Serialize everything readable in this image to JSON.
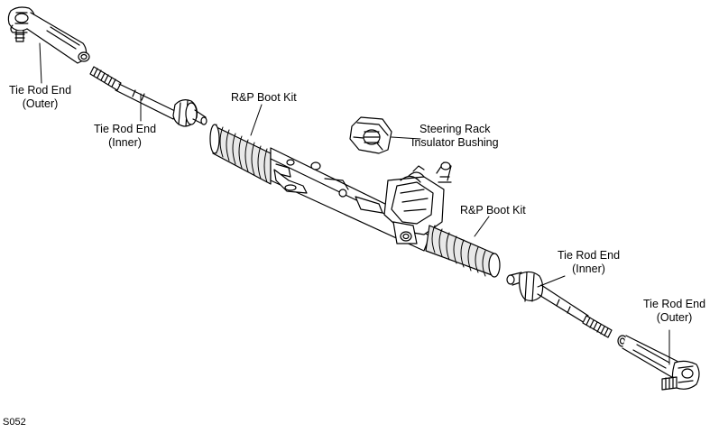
{
  "labels": {
    "tre_outer_left": [
      "Tie Rod End",
      "(Outer)"
    ],
    "tre_inner_left": [
      "Tie Rod End",
      "(Inner)"
    ],
    "boot_kit_top": [
      "R&P Boot Kit"
    ],
    "bushing": [
      "Steering Rack",
      "Insulator Bushing"
    ],
    "boot_kit_right": [
      "R&P Boot Kit"
    ],
    "tre_inner_right": [
      "Tie Rod End",
      "(Inner)"
    ],
    "tre_outer_right": [
      "Tie Rod End",
      "(Outer)"
    ]
  },
  "figure_code": "S052",
  "colors": {
    "line": "#000000",
    "background": "#ffffff",
    "part_fill": "#ffffff",
    "shade": "#e8e8e8"
  }
}
